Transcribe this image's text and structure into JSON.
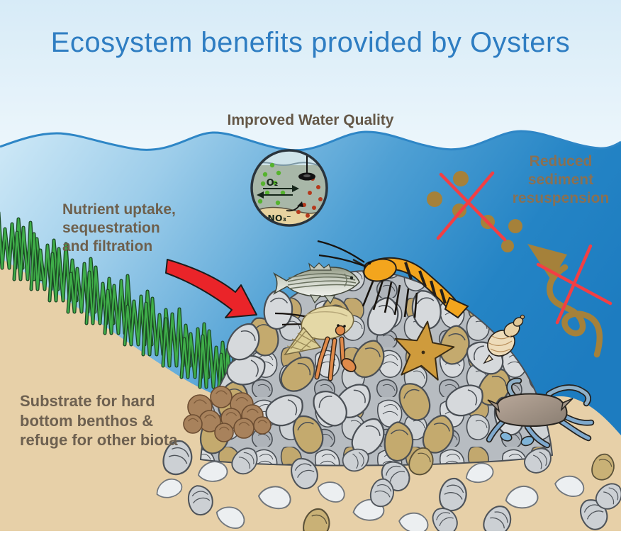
{
  "title": "Ecosystem benefits provided by Oysters",
  "labels": {
    "improved_water_quality": "Improved Water Quality",
    "nutrient_uptake": "Nutrient uptake,\nsequestration\nand filtration",
    "reduced_sediment": "Reduced\nsediment\nresuspension",
    "substrate": "Substrate for hard\nbottom benthos &\nrefuge for other biota"
  },
  "inset": {
    "oxygen_label": "O₂",
    "nitrate_label": "NO₃⁻"
  },
  "colors": {
    "title_blue": "#2e7dc2",
    "sky": "#ddeef8",
    "water_shallow": "#cfe9f7",
    "water_deep": "#1d7cc0",
    "sand": "#e7d0a8",
    "label_brown": "#6e604d",
    "reduced_label_brown": "#8a7052",
    "grass_green": "#3fae49",
    "arrow_red": "#ea2429",
    "sediment_brown": "#a5813a",
    "cross_red": "#f23f44"
  },
  "illustrations": [
    "seagrass bed",
    "water-clarity monitor",
    "oxygen molecules",
    "nitrate release",
    "secchi disk",
    "striped bass",
    "shrimp",
    "hermit crab",
    "starfish",
    "whelk snail",
    "blue crab",
    "oyster reef mound",
    "scattered oyster shells",
    "crossed-out sediment particles",
    "crossed-out resuspension arrow",
    "red nutrient arrow"
  ]
}
